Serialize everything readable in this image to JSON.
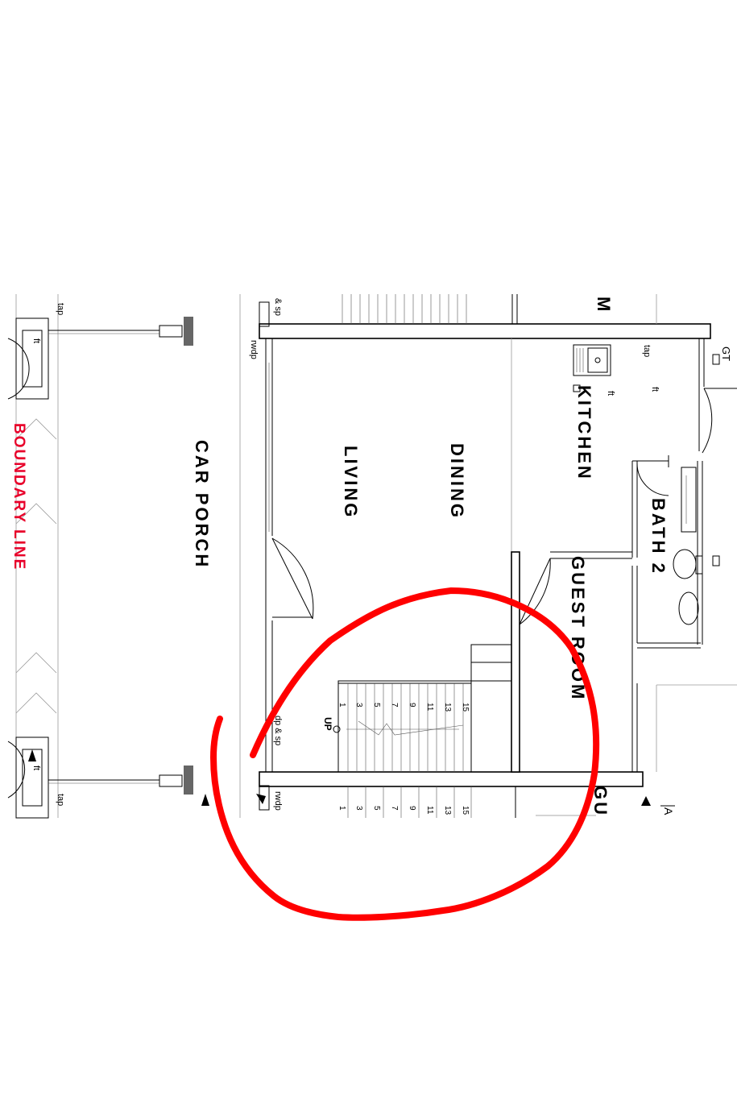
{
  "colors": {
    "annotation": "#ff0000",
    "boundary": "#e8002a",
    "line": "#000000",
    "post": "#666666",
    "background": "#ffffff"
  },
  "labels": {
    "car_porch": "CAR PORCH",
    "living": "LIVING",
    "dining": "DINING",
    "kitchen": "KITCHEN",
    "bath2": "BATH 2",
    "guest_room": "GUEST ROOM",
    "boundary_line": "BOUNDARY LINE",
    "gt": "GT",
    "up": "UP",
    "tap_1": "tap",
    "tap_2": "tap",
    "tap_3": "tap",
    "ft_1": "ft",
    "ft_2": "ft",
    "ft_3": "ft",
    "ft_4": "ft",
    "rwdp_1": "rwdp",
    "rwdp_2": "rwdp",
    "sp_1": "& sp",
    "sp_2": "dp & sp",
    "cut_m": "M",
    "cut_gu": "GU",
    "cut_a": "A"
  },
  "stairs": {
    "upper_numbers": [
      "1",
      "3",
      "5",
      "7",
      "9",
      "11",
      "13",
      "15"
    ],
    "lower_numbers": [
      "1",
      "3",
      "5",
      "7",
      "9",
      "11",
      "13",
      "15"
    ]
  }
}
